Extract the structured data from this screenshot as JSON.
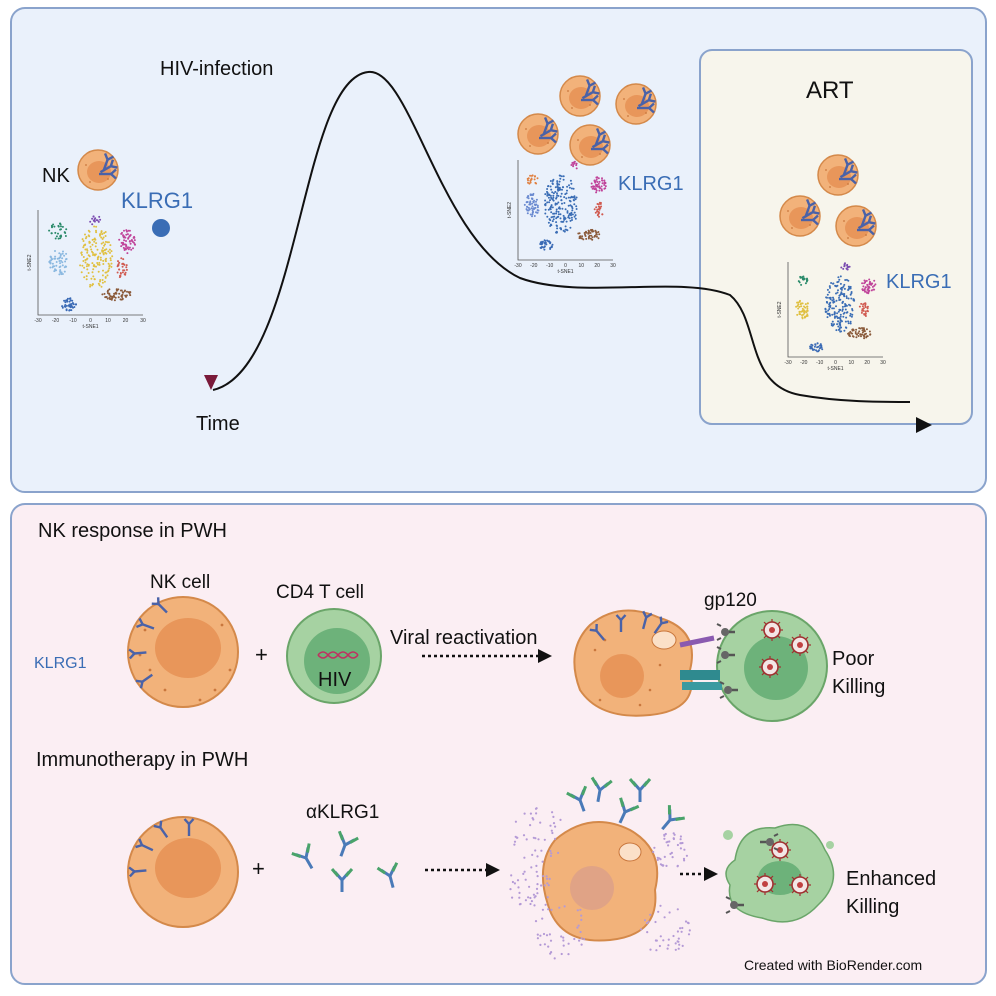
{
  "top_panel": {
    "hiv_infection": "HIV-infection",
    "time": "Time",
    "art": "ART",
    "nk": "NK",
    "klrg1_a": "KLRG1",
    "klrg1_b": "KLRG1",
    "klrg1_c": "KLRG1",
    "tsne_x": "t-SNE1",
    "tsne_y": "t-SNE2",
    "tsne_ticks": [
      "-30",
      "-20",
      "-10",
      "0",
      "10",
      "20",
      "30"
    ]
  },
  "bottom_panel": {
    "response_title": "NK response in PWH",
    "nk_cell": "NK cell",
    "klrg1": "KLRG1",
    "plus1": "+",
    "cd4": "CD4 T cell",
    "hiv": "HIV",
    "viral_reactivation": "Viral reactivation",
    "gp120": "gp120",
    "poor": "Poor",
    "killing1": "Killing",
    "immuno_title": "Immunotherapy in PWH",
    "plus2": "+",
    "aklrg1": "αKLRG1",
    "enhanced": "Enhanced",
    "killing2": "Killing",
    "credit": "Created with BioRender.com"
  },
  "colors": {
    "top_bg": "#eaf1fb",
    "bottom_bg": "#fbeef3",
    "panel_border": "#8aa3cc",
    "nk_cell": "#f2b27a",
    "nk_nucleus": "#e8965a",
    "receptor": "#4a62a8",
    "arrow": "#7a1a3a",
    "t_cell": "#a6d2a2",
    "klrg1_blue": "#3a6db5"
  }
}
